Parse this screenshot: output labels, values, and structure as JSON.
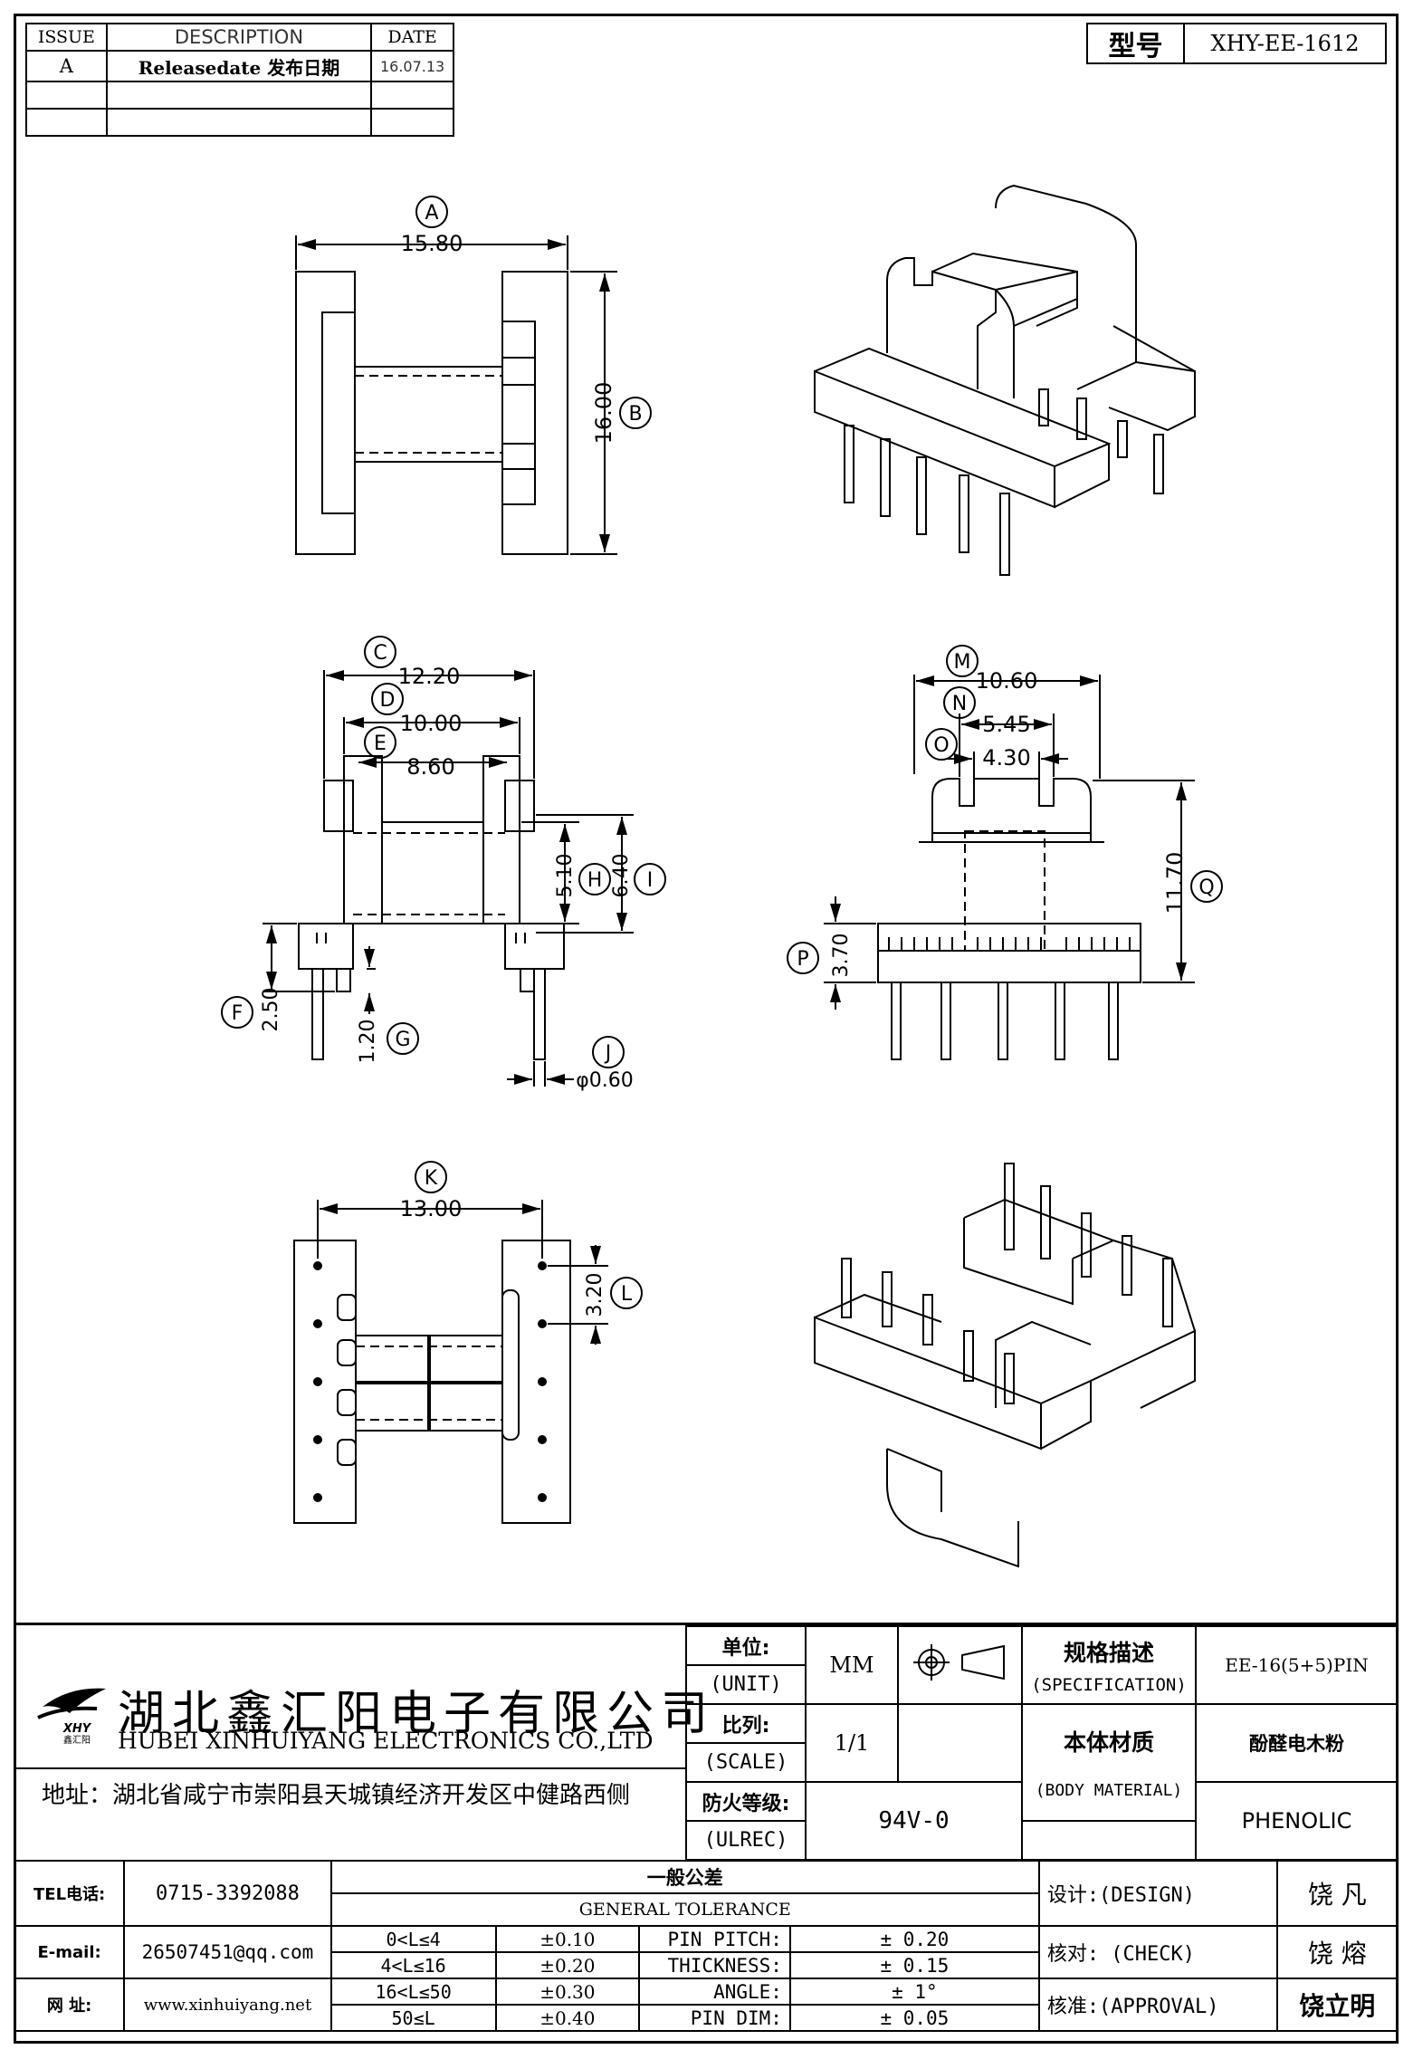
{
  "revision_table": {
    "headers": [
      "ISSUE",
      "DESCRIPTION",
      "DATE"
    ],
    "rows": [
      {
        "issue": "A",
        "description": "Releasedate 发布日期",
        "date": "16.07.13"
      },
      {
        "issue": "",
        "description": "",
        "date": ""
      },
      {
        "issue": "",
        "description": "",
        "date": ""
      }
    ]
  },
  "model": {
    "label": "型号",
    "value": "XHY-EE-1612"
  },
  "dimensions": {
    "A": {
      "letter": "A",
      "value": "15.80"
    },
    "B": {
      "letter": "B",
      "value": "16.00"
    },
    "C": {
      "letter": "C",
      "value": "12.20"
    },
    "D": {
      "letter": "D",
      "value": "10.00"
    },
    "E": {
      "letter": "E",
      "value": "8.60"
    },
    "F": {
      "letter": "F",
      "value": "2.50"
    },
    "G": {
      "letter": "G",
      "value": "1.20"
    },
    "H": {
      "letter": "H",
      "value": "5.10"
    },
    "I": {
      "letter": "I",
      "value": "6.40"
    },
    "J": {
      "letter": "J",
      "value": "φ0.60"
    },
    "K": {
      "letter": "K",
      "value": "13.00"
    },
    "L": {
      "letter": "L",
      "value": "3.20"
    },
    "M": {
      "letter": "M",
      "value": "10.60"
    },
    "N": {
      "letter": "N",
      "value": "5.45"
    },
    "O": {
      "letter": "O",
      "value": "4.30"
    },
    "P": {
      "letter": "P",
      "value": "3.70"
    },
    "Q": {
      "letter": "Q",
      "value": "11.70"
    }
  },
  "company": {
    "logo_text": "XHY",
    "logo_sub": "鑫汇阳",
    "name_cn": "湖北鑫汇阳电子有限公司",
    "name_en": "HUBEI XINHUIYANG ELECTRONICS CO.,LTD",
    "address": "地址：湖北省咸宁市崇阳县天城镇经济开发区中健路西侧"
  },
  "title_block": {
    "unit_cn": "单位:",
    "unit_en": "(UNIT)",
    "unit_value": "MM",
    "scale_cn": "比列:",
    "scale_en": "(SCALE)",
    "scale_value": "1/1",
    "ulrec_cn": "防火等级:",
    "ulrec_en": "(ULREC)",
    "ulrec_value": "94V-0",
    "spec_cn": "规格描述",
    "spec_en": "(SPECIFICATION)",
    "spec_value": "EE-16(5+5)PIN",
    "material_cn": "本体材质",
    "material_en": "(BODY MATERIAL)",
    "material_value_cn": "酚醛电木粉",
    "material_value_en": "PHENOLIC"
  },
  "contacts": {
    "tel_label": "TEL电话:",
    "tel_value": "0715-3392088",
    "email_label": "E-mail:",
    "email_value": "26507451@qq.com",
    "web_label": "网  址:",
    "web_value": "www.xinhuiyang.net"
  },
  "tolerance": {
    "title_cn": "一般公差",
    "title_en": "GENERAL TOLERANCE",
    "ranges": [
      {
        "range": "0<L≤4",
        "tol": "±0.10"
      },
      {
        "range": "4<L≤16",
        "tol": "±0.20"
      },
      {
        "range": "16<L≤50",
        "tol": "±0.30"
      },
      {
        "range": "50≤L",
        "tol": "±0.40"
      }
    ],
    "params": [
      {
        "name": "PIN PITCH:",
        "value": "±  0.20"
      },
      {
        "name": "THICKNESS:",
        "value": "±  0.15"
      },
      {
        "name": "ANGLE:",
        "value": "±  1°"
      },
      {
        "name": "PIN DIM:",
        "value": "±  0.05"
      }
    ]
  },
  "signoff": {
    "design_label": "设计:(DESIGN)",
    "design_name": "饶  凡",
    "check_label": "核对: (CHECK)",
    "check_name": "饶  熔",
    "approval_label": "核准:(APPROVAL)",
    "approval_name": "饶立明"
  }
}
